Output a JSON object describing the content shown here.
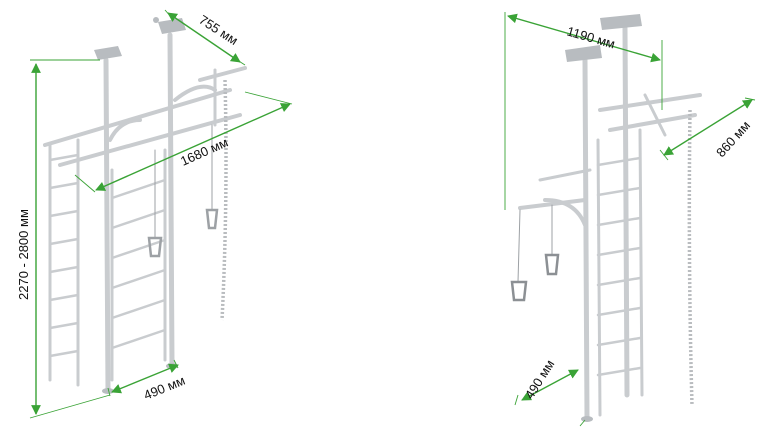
{
  "left": {
    "height": "2270 - 2800 мм",
    "width": "1680 мм",
    "top_depth": "755 мм",
    "base_depth": "490 мм"
  },
  "right": {
    "width": "1190 мм",
    "depth": "860 мм",
    "base_depth": "490 мм"
  },
  "colors": {
    "dimension": "#3aa336",
    "metal": "#c9cccf",
    "text": "#111111"
  }
}
